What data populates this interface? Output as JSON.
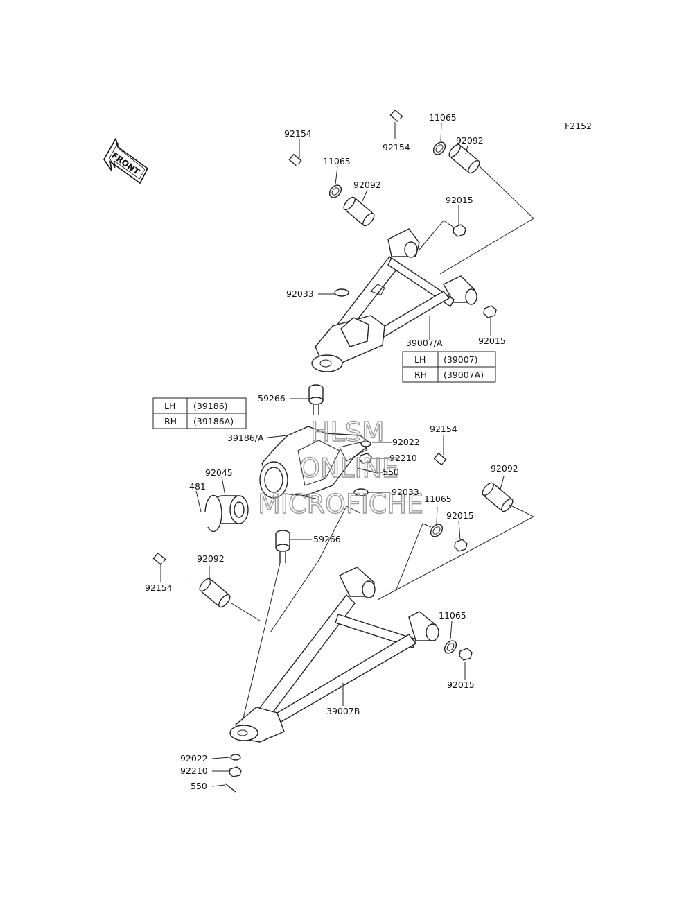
{
  "figure_code": "F2152",
  "front_label": "FRONT",
  "watermark": [
    "HLSM",
    "ONLINE",
    "MICROFICHE"
  ],
  "tables": {
    "upper_arm": {
      "rows": [
        {
          "side": "LH",
          "part": "(39007)"
        },
        {
          "side": "RH",
          "part": "(39007A)"
        }
      ]
    },
    "knuckle": {
      "rows": [
        {
          "side": "LH",
          "part": "(39186)"
        },
        {
          "side": "RH",
          "part": "(39186A)"
        }
      ]
    }
  },
  "labels": {
    "l01": "92154",
    "l02": "11065",
    "l03": "92154",
    "l04": "11065",
    "l05": "92092",
    "l06": "92092",
    "l07": "92015",
    "l08": "92033",
    "l09": "92015",
    "l10": "39007/A",
    "l11": "59266",
    "l12": "39186/A",
    "l13": "92022",
    "l14": "92210",
    "l15": "550",
    "l16": "92045",
    "l17": "481",
    "l18": "92033",
    "l19": "92154",
    "l20": "92092",
    "l21": "11065",
    "l22": "92015",
    "l23": "59266",
    "l24": "92092",
    "l25": "92154",
    "l26": "11065",
    "l27": "92015",
    "l28": "39007B",
    "l29": "92022",
    "l30": "92210",
    "l31": "550"
  }
}
